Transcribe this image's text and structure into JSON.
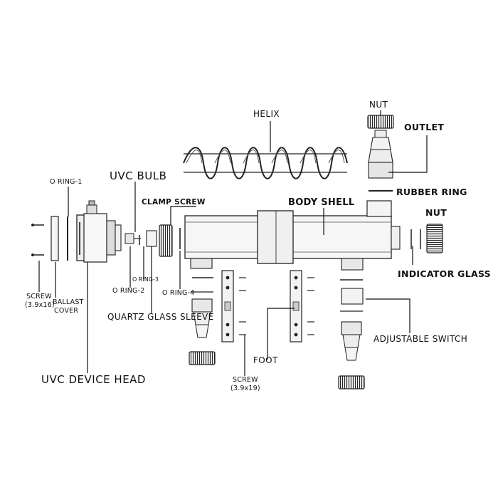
{
  "labels": {
    "helix": "HELIX",
    "nut_top": "NUT",
    "outlet": "OUTLET",
    "rubber_ring": "RUBBER RING",
    "nut_right": "NUT",
    "indicator_glass": "INDICATOR GLASS",
    "body_shell": "BODY SHELL",
    "clamp_screw": "CLAMP SCREW",
    "uvc_bulb": "UVC BULB",
    "o_ring_1": "O RING-1",
    "o_ring_2": "O RING-2",
    "o_ring_3": "O RING-3",
    "o_ring_4": "O RING-4",
    "screw_left_line1": "SCREW",
    "screw_left_line2": "(3.9x16)",
    "ballast_line1": "BALLAST",
    "ballast_line2": "COVER",
    "quartz_glass_sleeve": "QUARTZ GLASS SLEEVE",
    "uvc_device_head": "UVC DEVICE HEAD",
    "foot": "FOOT",
    "screw_bottom_line1": "SCREW",
    "screw_bottom_line2": "(3.9x19)",
    "adjustable_switch": "ADJUSTABLE SWITCH"
  },
  "colors": {
    "line": "#1a1a1a",
    "part_fill": "#f4f4f4",
    "shade": "#cfcfcf",
    "dark": "#333333"
  }
}
